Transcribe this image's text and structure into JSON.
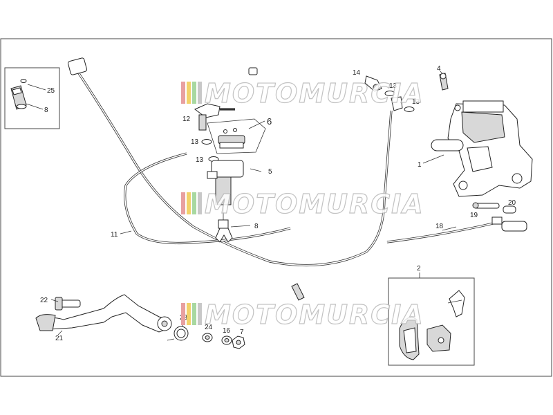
{
  "watermark": {
    "brand": "MOTOMURCIA",
    "colors": [
      "#e8a0a0",
      "#f2d26a",
      "#a8d8a0",
      "#c8c8c8"
    ]
  },
  "callouts": {
    "c1": "1",
    "c2": "2",
    "c4": "4",
    "c5": "5",
    "c6": "6",
    "c7": "7",
    "c8a": "8",
    "c8b": "8",
    "c11": "11",
    "c12": "12",
    "c13a": "13",
    "c13b": "13",
    "c13c": "13",
    "c13d": "13",
    "c14": "14",
    "c16": "16",
    "c18": "18",
    "c19": "19",
    "c20": "20",
    "c21": "21",
    "c22": "22",
    "c23": "23",
    "c24": "24",
    "c25": "25"
  }
}
